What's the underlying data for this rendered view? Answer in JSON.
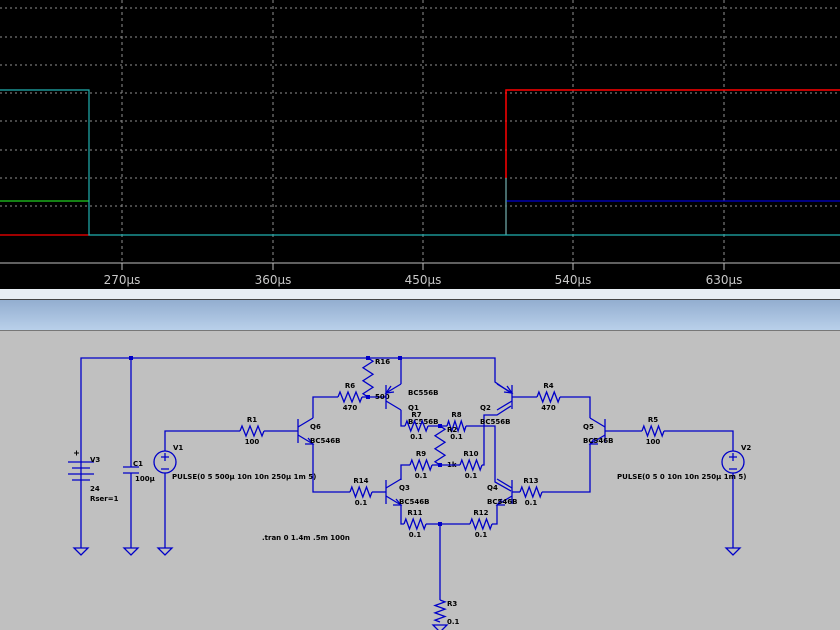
{
  "waveform": {
    "x_ticks": [
      "270µs",
      "360µs",
      "450µs",
      "540µs",
      "630µs"
    ],
    "trace_colors": {
      "cyan": "#20b0b0",
      "green": "#20d020",
      "red": "#ff0000",
      "blue": "#0000d0"
    },
    "background": "#000000",
    "grid_color": "#808080"
  },
  "schematic": {
    "wire_color": "#0000c8",
    "background": "#c0c0c0",
    "components": {
      "V3": {
        "name": "V3",
        "value": "24",
        "extra": "Rser=1"
      },
      "C1": {
        "name": "C1",
        "value": "100µ"
      },
      "V1": {
        "name": "V1",
        "value": "PULSE(0 5 500µ 10n 10n 250µ 1m 5)"
      },
      "V2": {
        "name": "V2",
        "value": "PULSE(0 5 0 10n 10n 250µ 1m 5)"
      },
      "R1": {
        "name": "R1",
        "value": "100"
      },
      "R5": {
        "name": "R5",
        "value": "100"
      },
      "R6": {
        "name": "R6",
        "value": "470"
      },
      "R4": {
        "name": "R4",
        "value": "470"
      },
      "R16": {
        "name": "R16",
        "value": "500"
      },
      "R7": {
        "name": "R7",
        "value": "0.1"
      },
      "R8": {
        "name": "R8",
        "value": "0.1"
      },
      "R2": {
        "name": "R2",
        "value": "1k"
      },
      "R9": {
        "name": "R9",
        "value": "0.1"
      },
      "R10": {
        "name": "R10",
        "value": "0.1"
      },
      "R11": {
        "name": "R11",
        "value": "0.1"
      },
      "R12": {
        "name": "R12",
        "value": "0.1"
      },
      "R13": {
        "name": "R13",
        "value": "0.1"
      },
      "R14": {
        "name": "R14",
        "value": "0.1"
      },
      "R3": {
        "name": "R3",
        "value": "0.1"
      },
      "Q1": {
        "name": "Q1",
        "value": "BC556B"
      },
      "Q2": {
        "name": "Q2",
        "value": "BC556B"
      },
      "Q3": {
        "name": "Q3",
        "value": "BC546B"
      },
      "Q4": {
        "name": "Q4",
        "value": "BC546B"
      },
      "Q5": {
        "name": "Q5",
        "value": "BC546B"
      },
      "Q6": {
        "name": "Q6",
        "value": "BC546B"
      }
    },
    "directive": ".tran 0 1.4m .5m 100n"
  }
}
